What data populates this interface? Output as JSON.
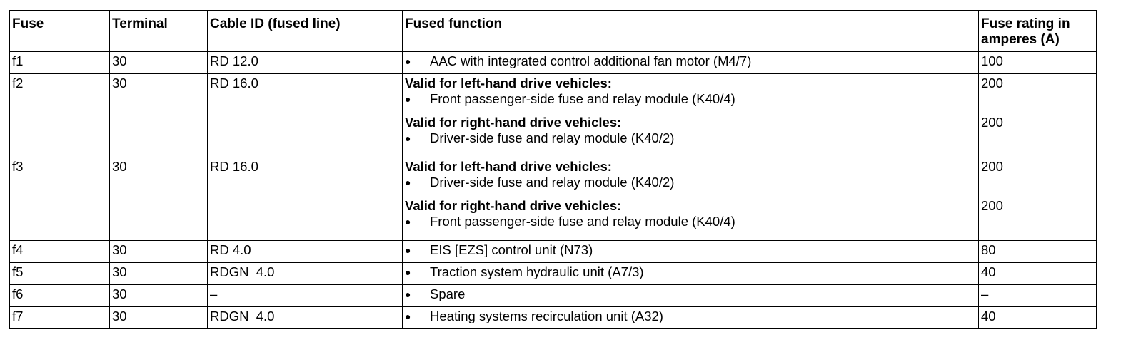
{
  "table": {
    "headers": {
      "fuse": "Fuse",
      "terminal": "Terminal",
      "cable": "Cable ID (fused line)",
      "function": "Fused function",
      "rating": "Fuse rating in amperes (A)"
    },
    "rows": [
      {
        "fuse": "f1",
        "terminal": "30",
        "cable": "RD 12.0",
        "function": "AAC with integrated control additional fan motor (M4/7)",
        "rating": "100"
      },
      {
        "fuse": "f2",
        "terminal": "30",
        "cable": "RD 16.0",
        "lhd_label": "Valid for left-hand drive vehicles:",
        "lhd_item": "Front passenger-side fuse and relay module (K40/4)",
        "lhd_rating": "200",
        "rhd_label": "Valid for right-hand drive vehicles:",
        "rhd_item": "Driver-side fuse and relay module (K40/2)",
        "rhd_rating": "200"
      },
      {
        "fuse": "f3",
        "terminal": "30",
        "cable": "RD 16.0",
        "lhd_label": "Valid for left-hand drive vehicles:",
        "lhd_item": "Driver-side fuse and relay module (K40/2)",
        "lhd_rating": "200",
        "rhd_label": "Valid for right-hand drive vehicles:",
        "rhd_item": "Front passenger-side fuse and relay module (K40/4)",
        "rhd_rating": "200"
      },
      {
        "fuse": "f4",
        "terminal": "30",
        "cable": "RD 4.0",
        "function": "EIS [EZS] control unit (N73)",
        "rating": "80"
      },
      {
        "fuse": "f5",
        "terminal": "30",
        "cable": "RDGN  4.0",
        "function": "Traction system hydraulic unit (A7/3)",
        "rating": "40"
      },
      {
        "fuse": "f6",
        "terminal": "30",
        "cable": "–",
        "function": "Spare",
        "rating": "–"
      },
      {
        "fuse": "f7",
        "terminal": "30",
        "cable": "RDGN  4.0",
        "function": "Heating systems recirculation unit (A32)",
        "rating": "40"
      }
    ],
    "bullet": "●"
  }
}
